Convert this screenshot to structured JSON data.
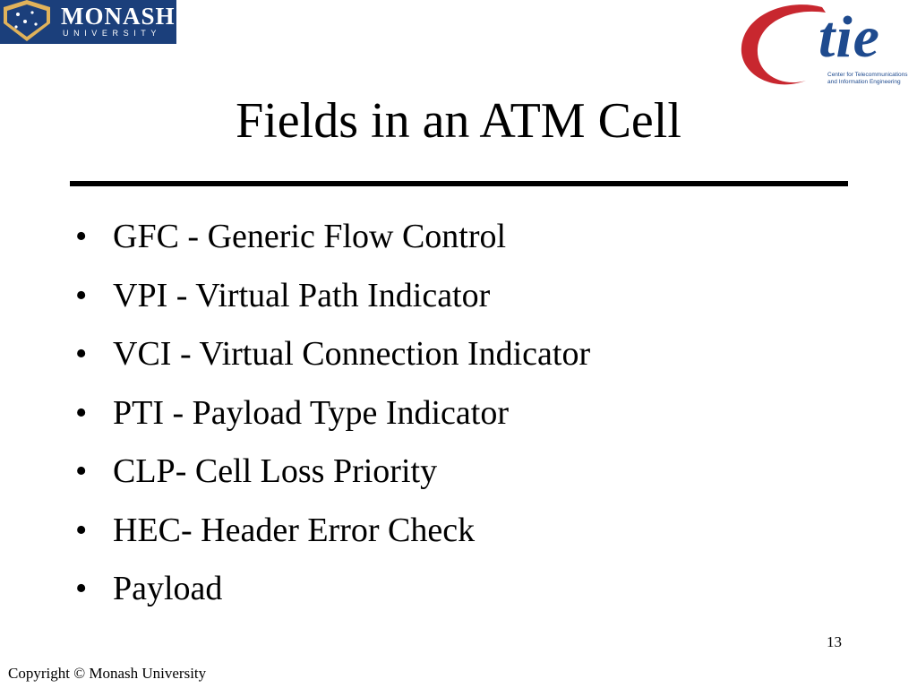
{
  "logos": {
    "monash": {
      "name": "MONASH",
      "subtitle": "UNIVERSITY",
      "background_color": "#1b3f7b",
      "shield_color": "#e0b25a"
    },
    "ctie": {
      "name": "tie",
      "subtitle_line1": "Center for Telecommunications",
      "subtitle_line2": "and Information Engineering",
      "c_color": "#c8272f",
      "text_color": "#1e4a8e"
    }
  },
  "slide": {
    "title": "Fields in an ATM Cell",
    "bullet_glyph": "•",
    "bullets": [
      "GFC - Generic Flow Control",
      "VPI - Virtual Path Indicator",
      "VCI - Virtual Connection Indicator",
      "PTI - Payload Type Indicator",
      "CLP- Cell Loss Priority",
      "HEC- Header Error Check",
      "Payload"
    ]
  },
  "footer": {
    "page_number": "13",
    "copyright": "Copyright © Monash University"
  }
}
